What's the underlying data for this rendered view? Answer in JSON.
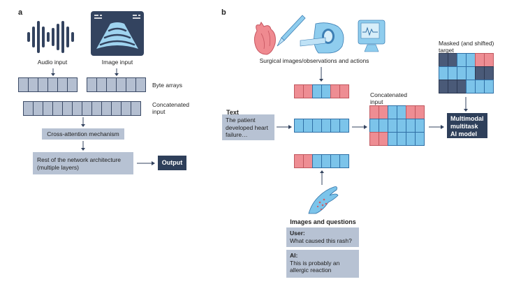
{
  "panel_a": {
    "label": "a",
    "audio_icon": "audio-waveform-icon",
    "image_icon": "ultrasound-image-icon",
    "audio_label": "Audio input",
    "image_label": "Image input",
    "byte_arrays_label": "Byte arrays",
    "concat_label_line1": "Concatenated",
    "concat_label_line2": "input",
    "byte_array_cells": 6,
    "concat_cells": 12,
    "cross_attention": "Cross-attention mechanism",
    "rest_line1": "Rest of the network architecture",
    "rest_line2": "(multiple layers)",
    "output": "Output"
  },
  "panel_b": {
    "label": "b",
    "icons": [
      "heart-icon",
      "scalpel-icon",
      "mri-scanner-icon",
      "monitor-icon",
      "hand-rash-icon"
    ],
    "surgical_label": "Surgical images/observations and actions",
    "text_title": "Text",
    "text_body_line1": "The patient",
    "text_body_line2": "developed heart",
    "text_body_line3": "failure…",
    "concat_label_line1": "Concatenated",
    "concat_label_line2": "input",
    "masked_label_line1": "Masked (and shifted)",
    "masked_label_line2": "target",
    "model_line1": "Multimodal",
    "model_line2": "multitask",
    "model_line3": "AI model",
    "images_questions_title": "Images and questions",
    "user_label": "User",
    "user_text": "What caused this rash?",
    "ai_label": "AI",
    "ai_text_line1": "This is probably an",
    "ai_text_line2": "allergic reaction",
    "surgical_row": [
      "red",
      "red",
      "blue",
      "blue",
      "red",
      "red"
    ],
    "text_row": [
      "blue",
      "blue",
      "blue",
      "blue",
      "blue",
      "blue"
    ],
    "question_row": [
      "red",
      "red",
      "blue",
      "blue",
      "blue",
      "blue"
    ],
    "concat_grid": [
      [
        "red",
        "red",
        "blue",
        "blue",
        "red",
        "red"
      ],
      [
        "blue",
        "blue",
        "blue",
        "blue",
        "blue",
        "blue"
      ],
      [
        "red",
        "red",
        "blue",
        "blue",
        "blue",
        "blue"
      ]
    ],
    "masked_grid": [
      [
        "dark",
        "dark",
        "blue",
        "blue",
        "red",
        "red"
      ],
      [
        "blue",
        "blue",
        "blue",
        "blue",
        "dark",
        "dark"
      ],
      [
        "dark",
        "dark",
        "dark",
        "blue",
        "blue",
        "blue"
      ]
    ],
    "colors": {
      "red": "#ee8d93",
      "blue": "#7cc4ea",
      "dark": "#4a5a78",
      "gray": "#b4bfd1",
      "navy": "#2e3f5a"
    }
  }
}
